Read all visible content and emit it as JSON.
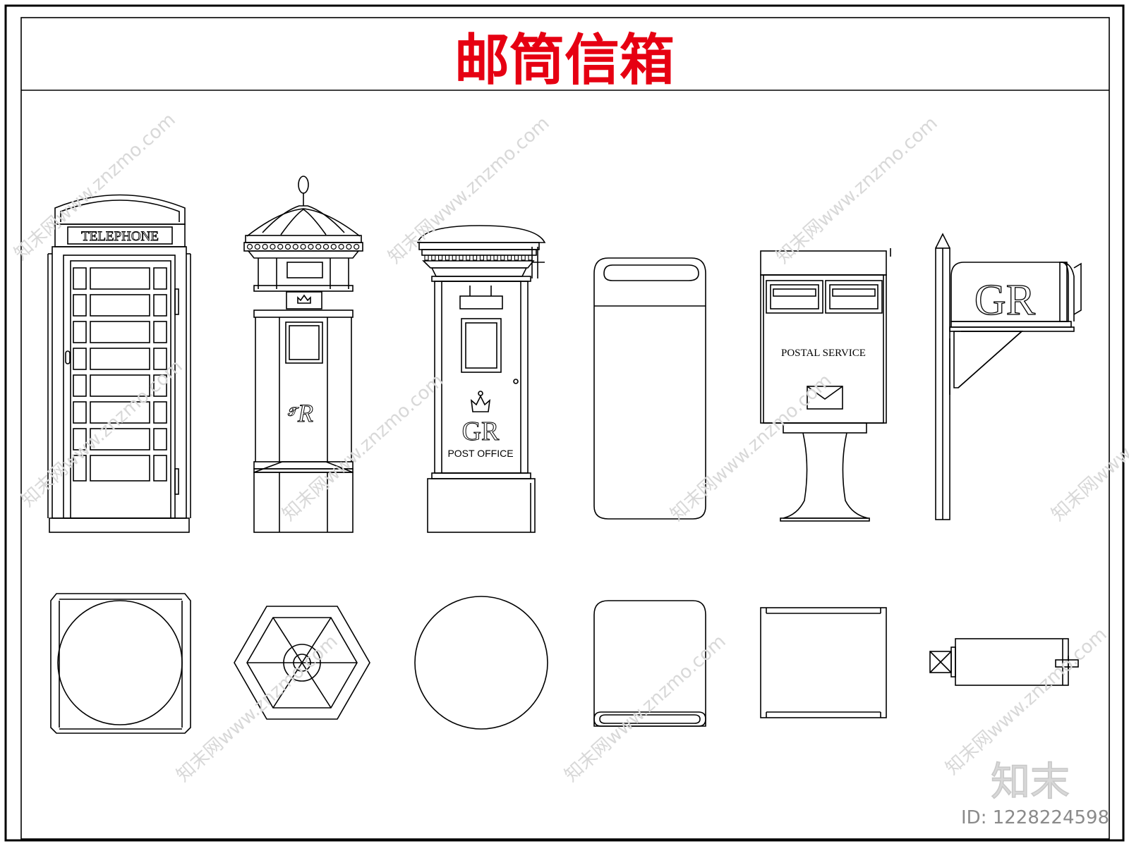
{
  "title": "邮筒信箱",
  "colors": {
    "title": "#e60012",
    "line": "#000000",
    "watermark": "#d8d8d8"
  },
  "labels": {
    "telephone": "TELEPHONE",
    "pillar_cipher": "R",
    "pillar_cipher_prefix": "𝒯",
    "royal_cipher": "GR",
    "post_office": "POST OFFICE",
    "postal_service": "POSTAL SERVICE",
    "mailbox_cipher": "GR"
  },
  "watermark": {
    "text": "知末网www.znzmo.com",
    "logo": "知末",
    "id": "ID: 1228224598"
  }
}
